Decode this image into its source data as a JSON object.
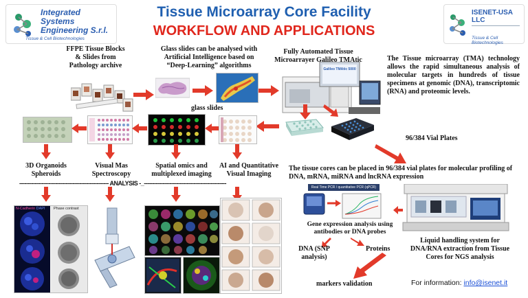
{
  "header": {
    "title": "Tissue Microarray Core Facility",
    "subtitle": "WORKFLOW AND APPLICATIONS"
  },
  "logos": {
    "left": {
      "line1": "Integrated",
      "line2": "Systems",
      "line3": "Engineering S.r.l.",
      "tagline": "Tissue & Cell Biotechnologies"
    },
    "right": {
      "line1": "ISENET-USA",
      "line2": "LLC",
      "tagline": "Tissue & Cell Biotechnologies"
    }
  },
  "steps": {
    "ffpe": "FFPE Tissue Blocks & Slides from Pathology archive",
    "glass_ai": "Glass slides can be analysed with Artificial Intelligence based on “Deep-Learning” algorithms",
    "glass_slides": "glass slides",
    "arrayer_title": "Fully Automated Tissue Microarrayer Galileo TMAtic",
    "device_label": "Galileo TMAtic 5000",
    "tma_description": "The Tissue microarray (TMA) technology allows the rapid simultaneous analysis of molecular targets in hundreds of tissue specimens at genomic (DNA), transcriptomic (RNA) and proteomic levels.",
    "vial_plates": "96/384 Vial Plates"
  },
  "applications": {
    "organoids": "3D Organoids Spheroids",
    "mass_spec": "Visual Mas Spectroscopy",
    "spatial": "Spatial omics and multiplexed imaging",
    "ai_imaging": "AI and Quantitative Visual Imaging",
    "analysis_line": "---------------------------------------------------- ANALYSIS  -_------------------------------------------------"
  },
  "molecular": {
    "cores_text": "The tissue cores can be placed in 96/384 vial plates for molecular profiling of DNA, mRNA, miRNA and lncRNA expression",
    "pcr_banner": "Real Time PCR / quantitative PCR (qPCR)",
    "gene_expr": "Gene expression analysis using antibodies or DNA probes",
    "dna": "DNA (SNP analysis)",
    "proteins": "Proteins",
    "markers": "markers validation",
    "liquid_handling": "Liquid handling system for DNA/RNA extraction from Tissue Cores for NGS analysis"
  },
  "micro_labels": {
    "n_cadherin": "N-Cadherin",
    "dapi": "DAPI",
    "phase_contrast": "Phase contrast"
  },
  "footer": {
    "info_label": "For information:",
    "email": "info@isenet.it"
  },
  "colors": {
    "title_blue": "#1f5fb0",
    "title_red": "#e0261c",
    "arrow_red": "#e23a2a",
    "logo_blue": "#2a5db0"
  }
}
